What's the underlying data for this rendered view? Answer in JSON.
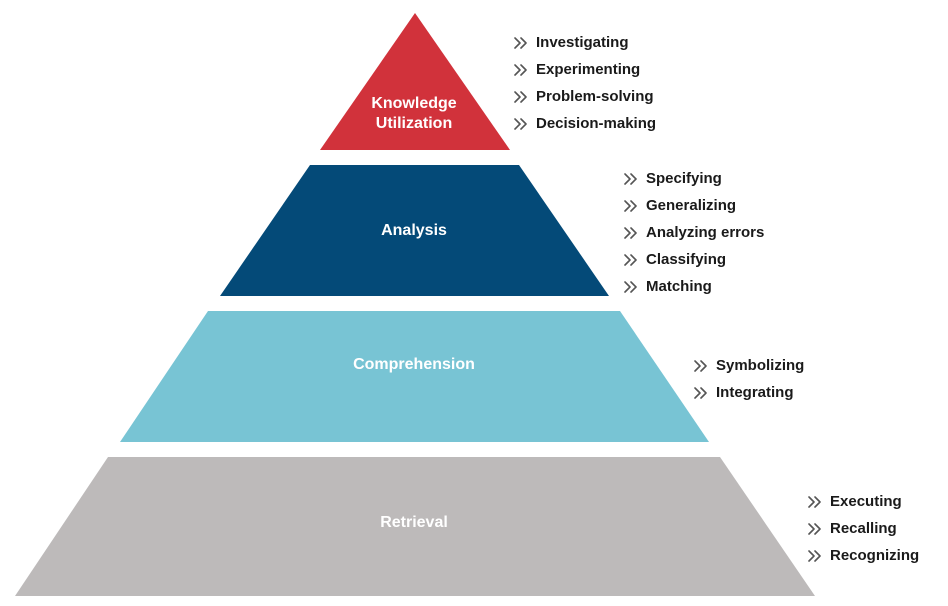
{
  "diagram": {
    "tiers": [
      {
        "name": "Knowledge Utilization",
        "label_lines": [
          "Knowledge",
          "Utilization"
        ],
        "color": "#d1323b",
        "items": [
          "Investigating",
          "Experimenting",
          "Problem-solving",
          "Decision-making"
        ]
      },
      {
        "name": "Analysis",
        "label_lines": [
          "Analysis"
        ],
        "color": "#044a78",
        "items": [
          "Specifying",
          "Generalizing",
          "Analyzing errors",
          "Classifying",
          "Matching"
        ]
      },
      {
        "name": "Comprehension",
        "label_lines": [
          "Comprehension"
        ],
        "color": "#78c4d4",
        "items": [
          "Symbolizing",
          "Integrating"
        ]
      },
      {
        "name": "Retrieval",
        "label_lines": [
          "Retrieval"
        ],
        "color": "#bdbaba",
        "items": [
          "Executing",
          "Recalling",
          "Recognizing"
        ]
      }
    ],
    "bullet_icon": "double-chevron-right-icon",
    "bullet_color": "#555555",
    "text_color": "#1a1a1a"
  }
}
